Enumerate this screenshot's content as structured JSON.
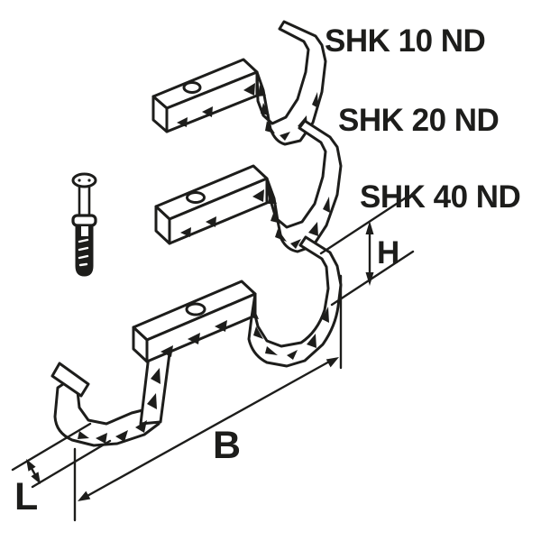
{
  "drawing": {
    "products": [
      {
        "label": "SHK 10 ND"
      },
      {
        "label": "SHK 20 ND"
      },
      {
        "label": "SHK 40 ND"
      }
    ],
    "dimensions": {
      "height": "H",
      "breadth": "B",
      "depth": "L"
    }
  },
  "colors": {
    "line": "#1d1d1b",
    "background": "#ffffff"
  }
}
